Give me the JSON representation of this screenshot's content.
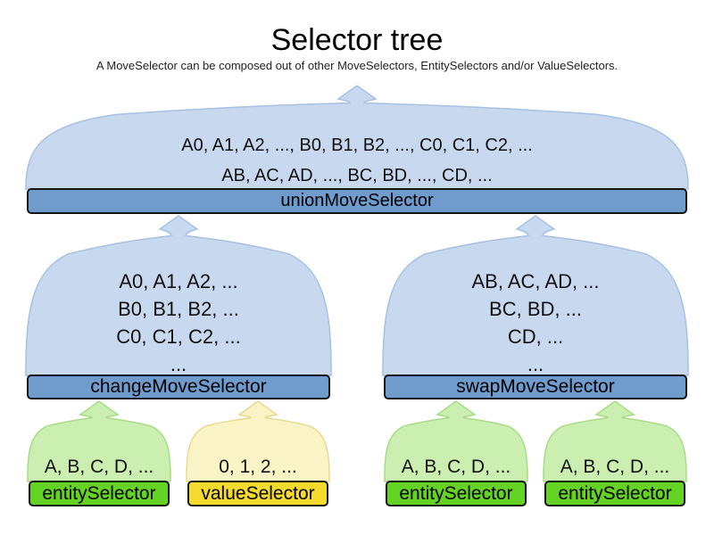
{
  "title": "Selector tree",
  "subtitle": "A MoveSelector can be composed out of other MoveSelectors, EntitySelectors and/or ValueSelectors.",
  "colors": {
    "cloud_blue": "#c8d9ef",
    "cloud_blue_edge": "#a6c1e1",
    "bar_blue": "#6f9bcd",
    "cloud_green": "#cbefb0",
    "cloud_green_edge": "#a9dc86",
    "bar_green": "#65d323",
    "cloud_yellow": "#faf3c5",
    "cloud_yellow_edge": "#e9da92",
    "bar_yellow": "#f3da2d"
  },
  "nodes": {
    "union": {
      "label": "unionMoveSelector",
      "lines": [
        "A0, A1, A2, ..., B0, B1, B2, ..., C0, C1, C2, ...",
        "AB, AC, AD, ..., BC, BD, ..., CD, ..."
      ]
    },
    "change": {
      "label": "changeMoveSelector",
      "lines": [
        "A0, A1, A2, ...",
        "B0, B1, B2, ...",
        "C0, C1, C2, ...",
        "..."
      ]
    },
    "swap": {
      "label": "swapMoveSelector",
      "lines": [
        "AB, AC, AD, ...",
        "BC, BD, ...",
        "CD, ...",
        "..."
      ]
    },
    "entity1": {
      "label": "entitySelector",
      "lines": [
        "A, B, C, D, ..."
      ]
    },
    "value1": {
      "label": "valueSelector",
      "lines": [
        "0, 1, 2, ..."
      ]
    },
    "entity2": {
      "label": "entitySelector",
      "lines": [
        "A, B, C, D, ..."
      ]
    },
    "entity3": {
      "label": "entitySelector",
      "lines": [
        "A, B, C, D, ..."
      ]
    }
  }
}
